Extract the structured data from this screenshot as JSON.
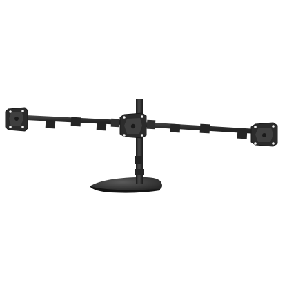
{
  "product": {
    "kind": "triple-monitor-desk-stand",
    "finish_color": "#2b2b2b",
    "highlight_color": "#4a4a4a",
    "background_color": "#ffffff",
    "mounts": [
      "left-vesa-plate",
      "center-vesa-plate",
      "right-vesa-plate"
    ]
  }
}
